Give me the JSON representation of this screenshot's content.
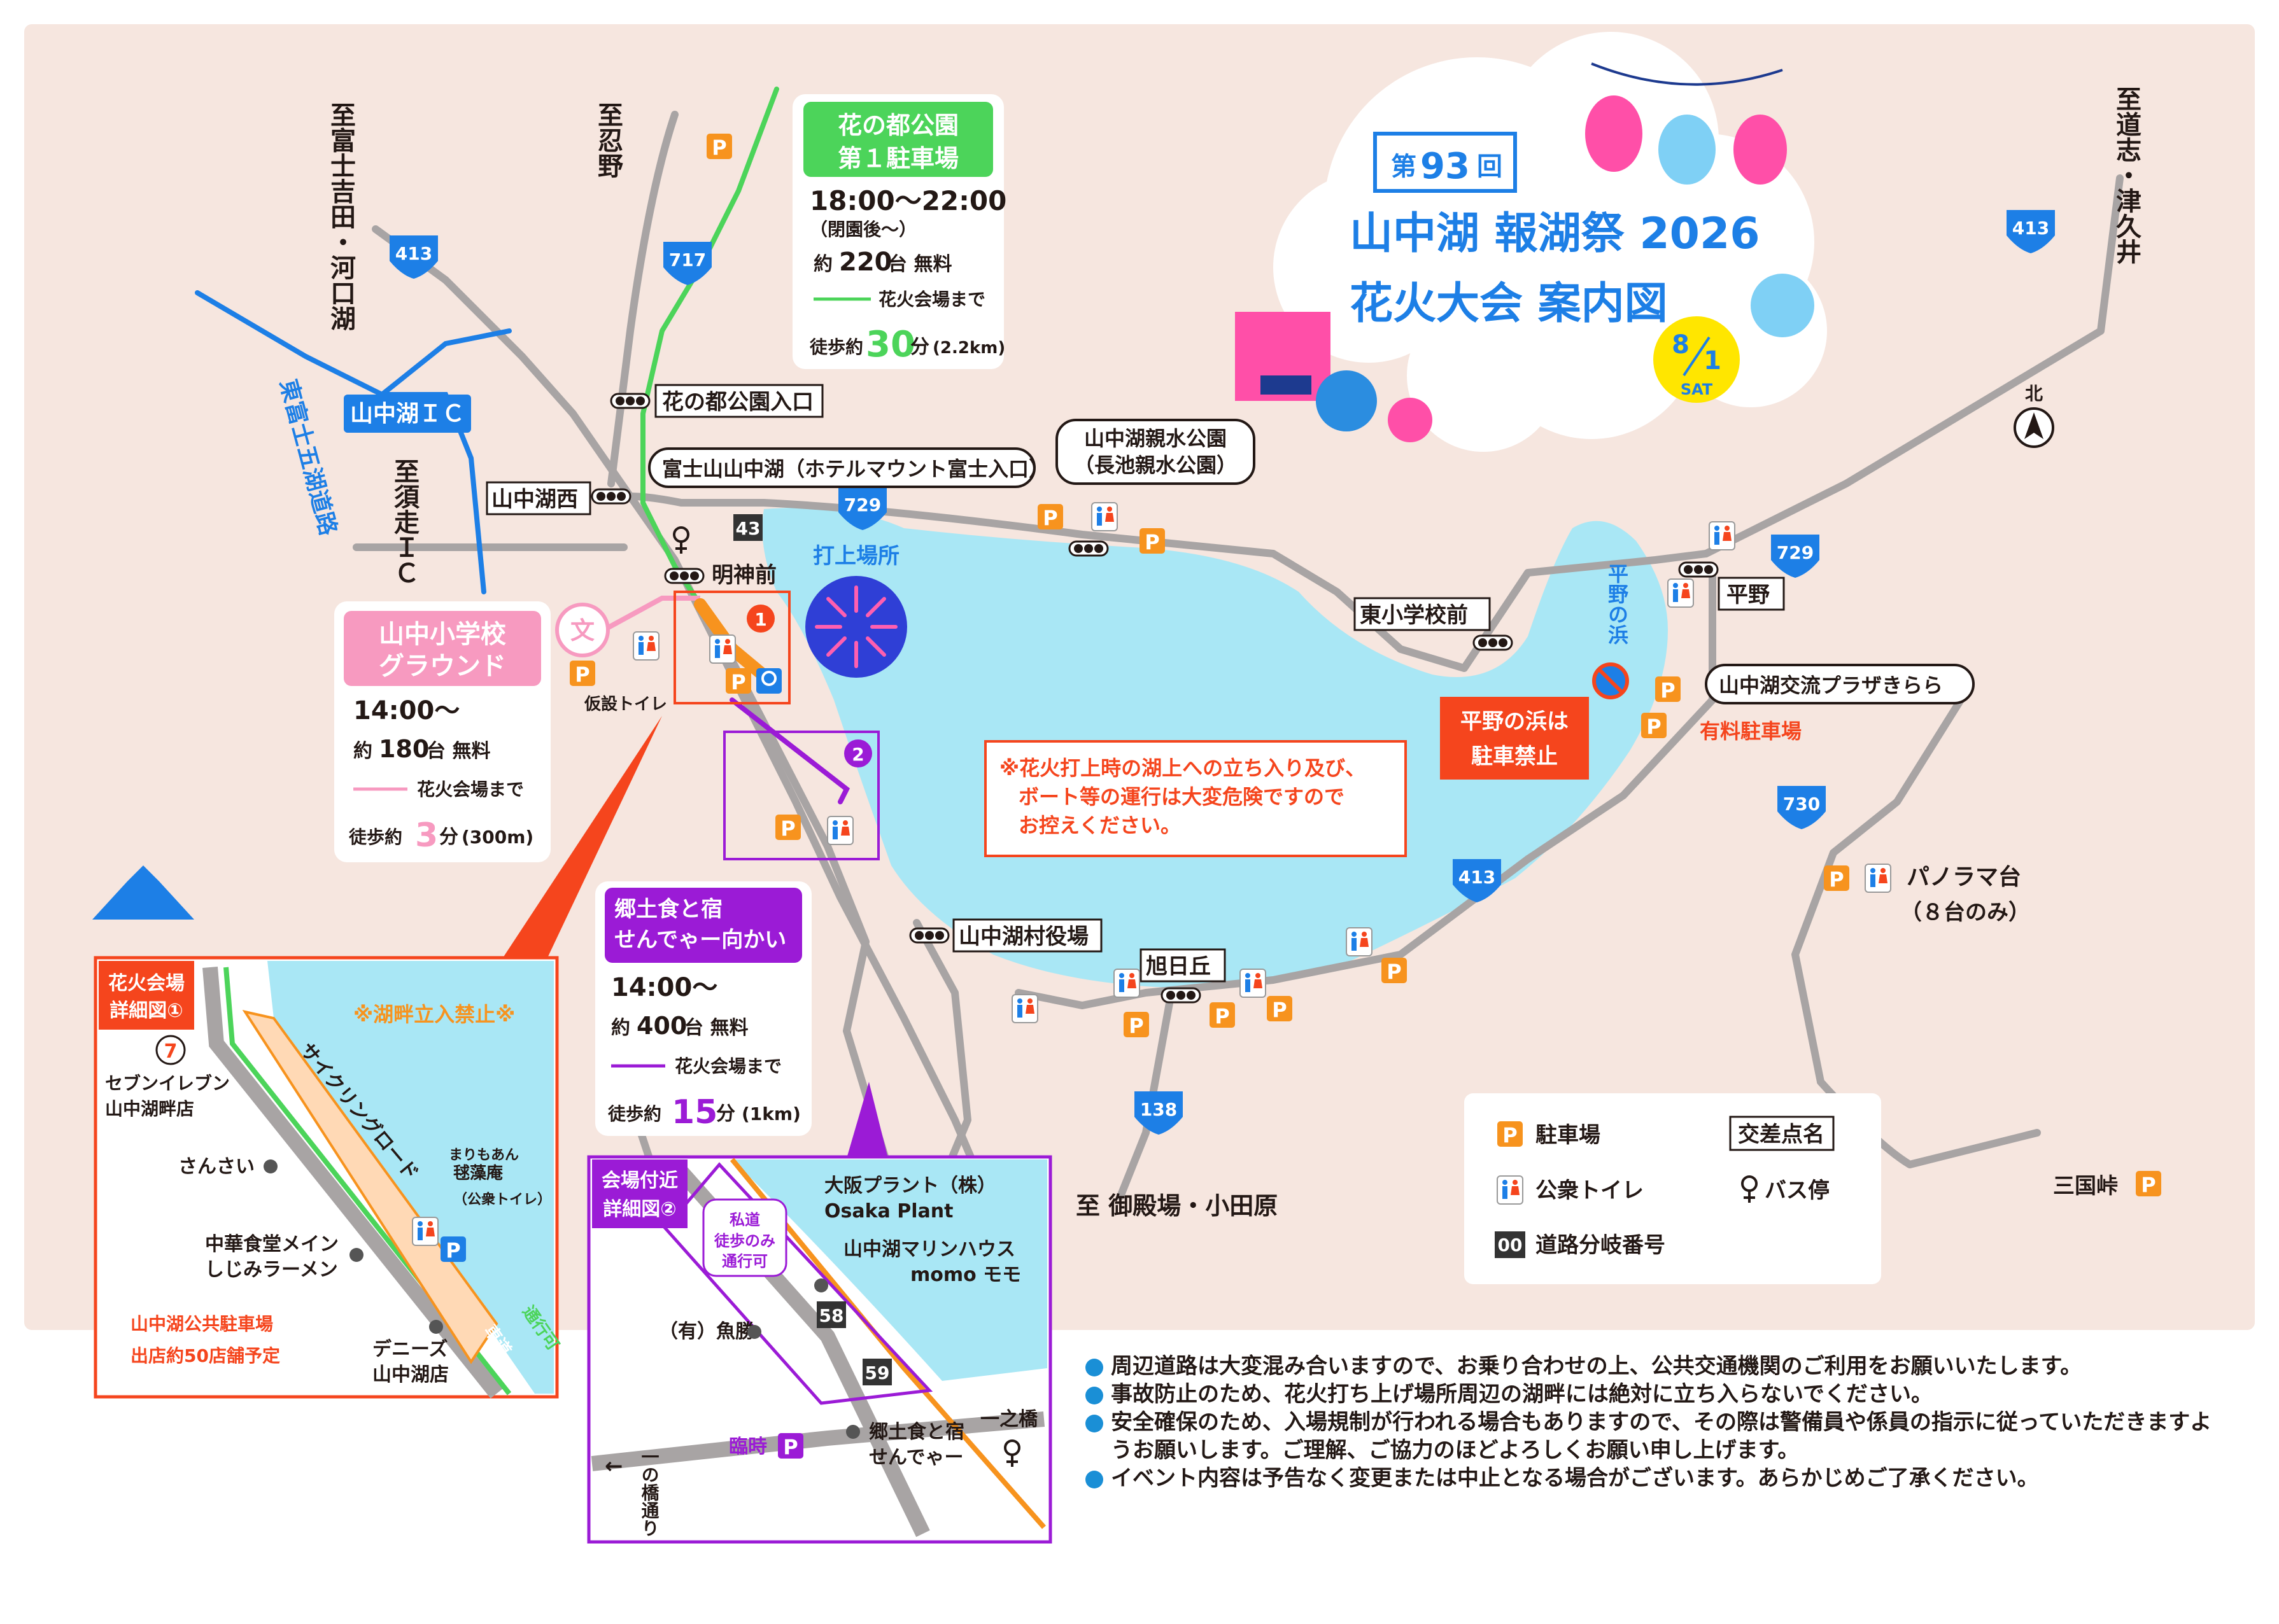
{
  "colors": {
    "land": "#f6e6df",
    "lake": "#a9e7f5",
    "road": "#a8a4a4",
    "green": "#4cd45a",
    "pink": "#f79ac0",
    "purple": "#9b1bd6",
    "orange": "#f7931e",
    "blue": "#1d7fe6",
    "red": "#f5451d"
  },
  "title": {
    "edition_prefix": "第",
    "edition_number": "93",
    "edition_suffix": "回",
    "line1": "山中湖 報湖祭 2026",
    "line2": "花火大会 案内図",
    "date_month": "8",
    "date_day": "1",
    "date_dow": "SAT"
  },
  "directions": {
    "fujiyoshida": "至富士吉田・河口湖",
    "oshino": "至忍野",
    "suzuki": "至須走ＩＣ",
    "doushi": "至道志・津久井",
    "gotemba": "至 御殿場・小田原"
  },
  "compass": "北",
  "routes": {
    "r413": "413",
    "r717": "717",
    "r729": "729",
    "r138": "138",
    "r730": "730"
  },
  "road_branch": {
    "n43": "43",
    "n58": "58",
    "n59": "59"
  },
  "ic_label": "山中湖ＩＣ",
  "expressway": "東富士五湖道路",
  "places": {
    "hananomiyako_entrance": "花の都公園入口",
    "yamanakako_nishi": "山中湖西",
    "myojinmae": "明神前",
    "higashi_school": "東小学校前",
    "hirano": "平野",
    "village_office": "山中湖村役場",
    "asahigaoka": "旭日丘",
    "panorama": "パノラマ台",
    "panorama_note": "（８台のみ）",
    "mikuni": "三国峠",
    "temp_toilet": "仮設トイレ",
    "launch_site": "打上場所",
    "hirano_beach": "平野の浜"
  },
  "callouts": {
    "bus_fuji": "富士山山中湖（ホテルマウント富士入口）",
    "shinsui_1": "山中湖親水公園",
    "shinsui_2": "（長池親水公園）",
    "kirara": "山中湖交流プラザきらら",
    "paid_parking": "有料駐車場",
    "hirano_no_park_1": "平野の浜は",
    "hirano_no_park_2": "駐車禁止"
  },
  "warning": {
    "line1": "※花火打上時の湖上への立ち入り及び、",
    "line2": "ボート等の運行は大変危険ですので",
    "line3": "お控えください。"
  },
  "parking_hananomiyako": {
    "title1": "花の都公園",
    "title2": "第１駐車場",
    "hours": "18:00〜22:00",
    "note": "（閉園後〜）",
    "capacity_prefix": "約",
    "capacity": "220",
    "capacity_suffix": "台 無料",
    "route_label": "花火会場まで",
    "walk_prefix": "徒歩約",
    "walk_min": "30",
    "walk_unit": "分",
    "walk_dist": "(2.2km)"
  },
  "parking_school": {
    "title1": "山中小学校",
    "title2": "グラウンド",
    "hours": "14:00〜",
    "capacity_prefix": "約",
    "capacity": "180",
    "capacity_suffix": "台 無料",
    "route_label": "花火会場まで",
    "walk_prefix": "徒歩約",
    "walk_min": "3",
    "walk_unit": "分",
    "walk_dist": "(300m)"
  },
  "parking_senderya": {
    "title1": "郷土食と宿",
    "title2": "せんでゃー向かい",
    "hours": "14:00〜",
    "capacity_prefix": "約",
    "capacity": "400",
    "capacity_suffix": "台 無料",
    "route_label": "花火会場まで",
    "walk_prefix": "徒歩約",
    "walk_min": "15",
    "walk_unit": "分",
    "walk_dist": "(1km)"
  },
  "detail1": {
    "title1": "花火会場",
    "title2": "詳細図①",
    "no_entry": "※湖畔立入禁止※",
    "seven_1": "セブンイレブン",
    "seven_2": "山中湖畔店",
    "sansai": "さんさい",
    "chuka_1": "中華食堂メイン",
    "chuka_2": "しじみラーメン",
    "dennys_1": "デニーズ",
    "dennys_2": "山中湖店",
    "public_parking_1": "山中湖公共駐車場",
    "public_parking_2": "出店約50店舗予定",
    "cycling": "サイクリングロード",
    "marimo_1": "まりもあん",
    "marimo_2": "毬藻庵",
    "marimo_3": "（公衆トイレ）",
    "pass": "通行可",
    "sha": "車道"
  },
  "detail2": {
    "title1": "会場付近",
    "title2": "詳細図②",
    "private_1": "私道",
    "private_2": "徒歩のみ",
    "private_3": "通行可",
    "osaka_1": "大阪プラント（株）",
    "osaka_2": "Osaka Plant",
    "marine_1": "山中湖マリンハウス",
    "marine_2": "momo モモ",
    "uokatsu": "（有）魚勝",
    "temp": "臨時",
    "gohan_1": "郷土食と宿",
    "gohan_2": "せんでゃー",
    "ichinohashi": "一之橋",
    "ichinohashi_dori": "一の橋通り",
    "arrow": "←"
  },
  "legend": {
    "parking": "駐車場",
    "intersection": "交差点名",
    "toilet": "公衆トイレ",
    "bus_stop": "バス停",
    "road_number": "道路分岐番号",
    "sample_number": "00"
  },
  "icons": {
    "parking": "parking-icon",
    "toilet": "toilet-icon",
    "bus": "bus-stop-icon",
    "signal": "traffic-signal-icon",
    "wheelchair": "wheelchair-icon",
    "school": "school-icon",
    "no_parking": "no-parking-icon",
    "fuji": "mount-fuji-icon",
    "seven": "seven-eleven-icon",
    "firework": "firework-icon"
  },
  "notices": [
    "周辺道路は大変混み合いますので、お乗り合わせの上、公共交通機関のご利用をお願いいたします。",
    "事故防止のため、花火打ち上げ場所周辺の湖畔には絶対に立ち入らないでください。",
    "安全確保のため、入場規制が行われる場合もありますので、その際は警備員や係員の指示に従っていただきますようお願いします。ご理解、ご協力のほどよろしくお願い申し上げます。",
    "イベント内容は予告なく変更または中止となる場合がございます。あらかじめご了承ください。"
  ]
}
